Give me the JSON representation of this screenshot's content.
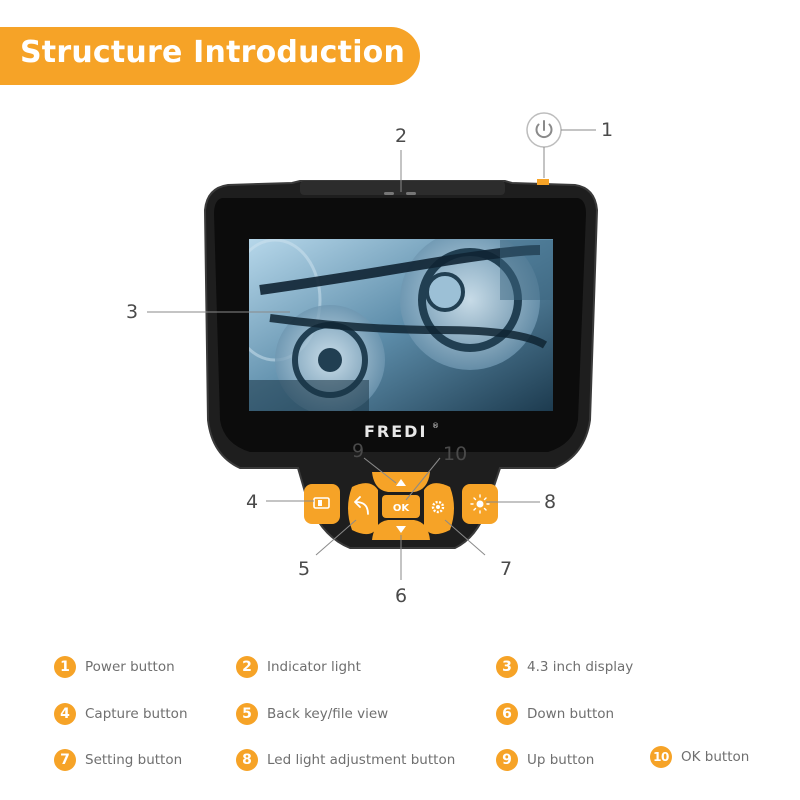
{
  "title": "Structure Introduction",
  "device": {
    "brand": "FREDI",
    "registered_mark": "®",
    "ok_label": "OK"
  },
  "callouts": [
    "1",
    "2",
    "3",
    "4",
    "5",
    "6",
    "7",
    "8",
    "9",
    "10"
  ],
  "legend": [
    {
      "num": "1",
      "label": "Power button"
    },
    {
      "num": "2",
      "label": "Indicator light"
    },
    {
      "num": "3",
      "label": "4.3 inch display"
    },
    {
      "num": "4",
      "label": "Capture button"
    },
    {
      "num": "5",
      "label": "Back key/file view"
    },
    {
      "num": "6",
      "label": "Down button"
    },
    {
      "num": "7",
      "label": "Setting button"
    },
    {
      "num": "8",
      "label": "Led light adjustment button"
    },
    {
      "num": "9",
      "label": "Up button"
    },
    {
      "num": "10",
      "label": "OK button"
    }
  ],
  "colors": {
    "accent": "#f6a327",
    "device_body": "#1e1e1e",
    "text": "#6f6f6f"
  }
}
